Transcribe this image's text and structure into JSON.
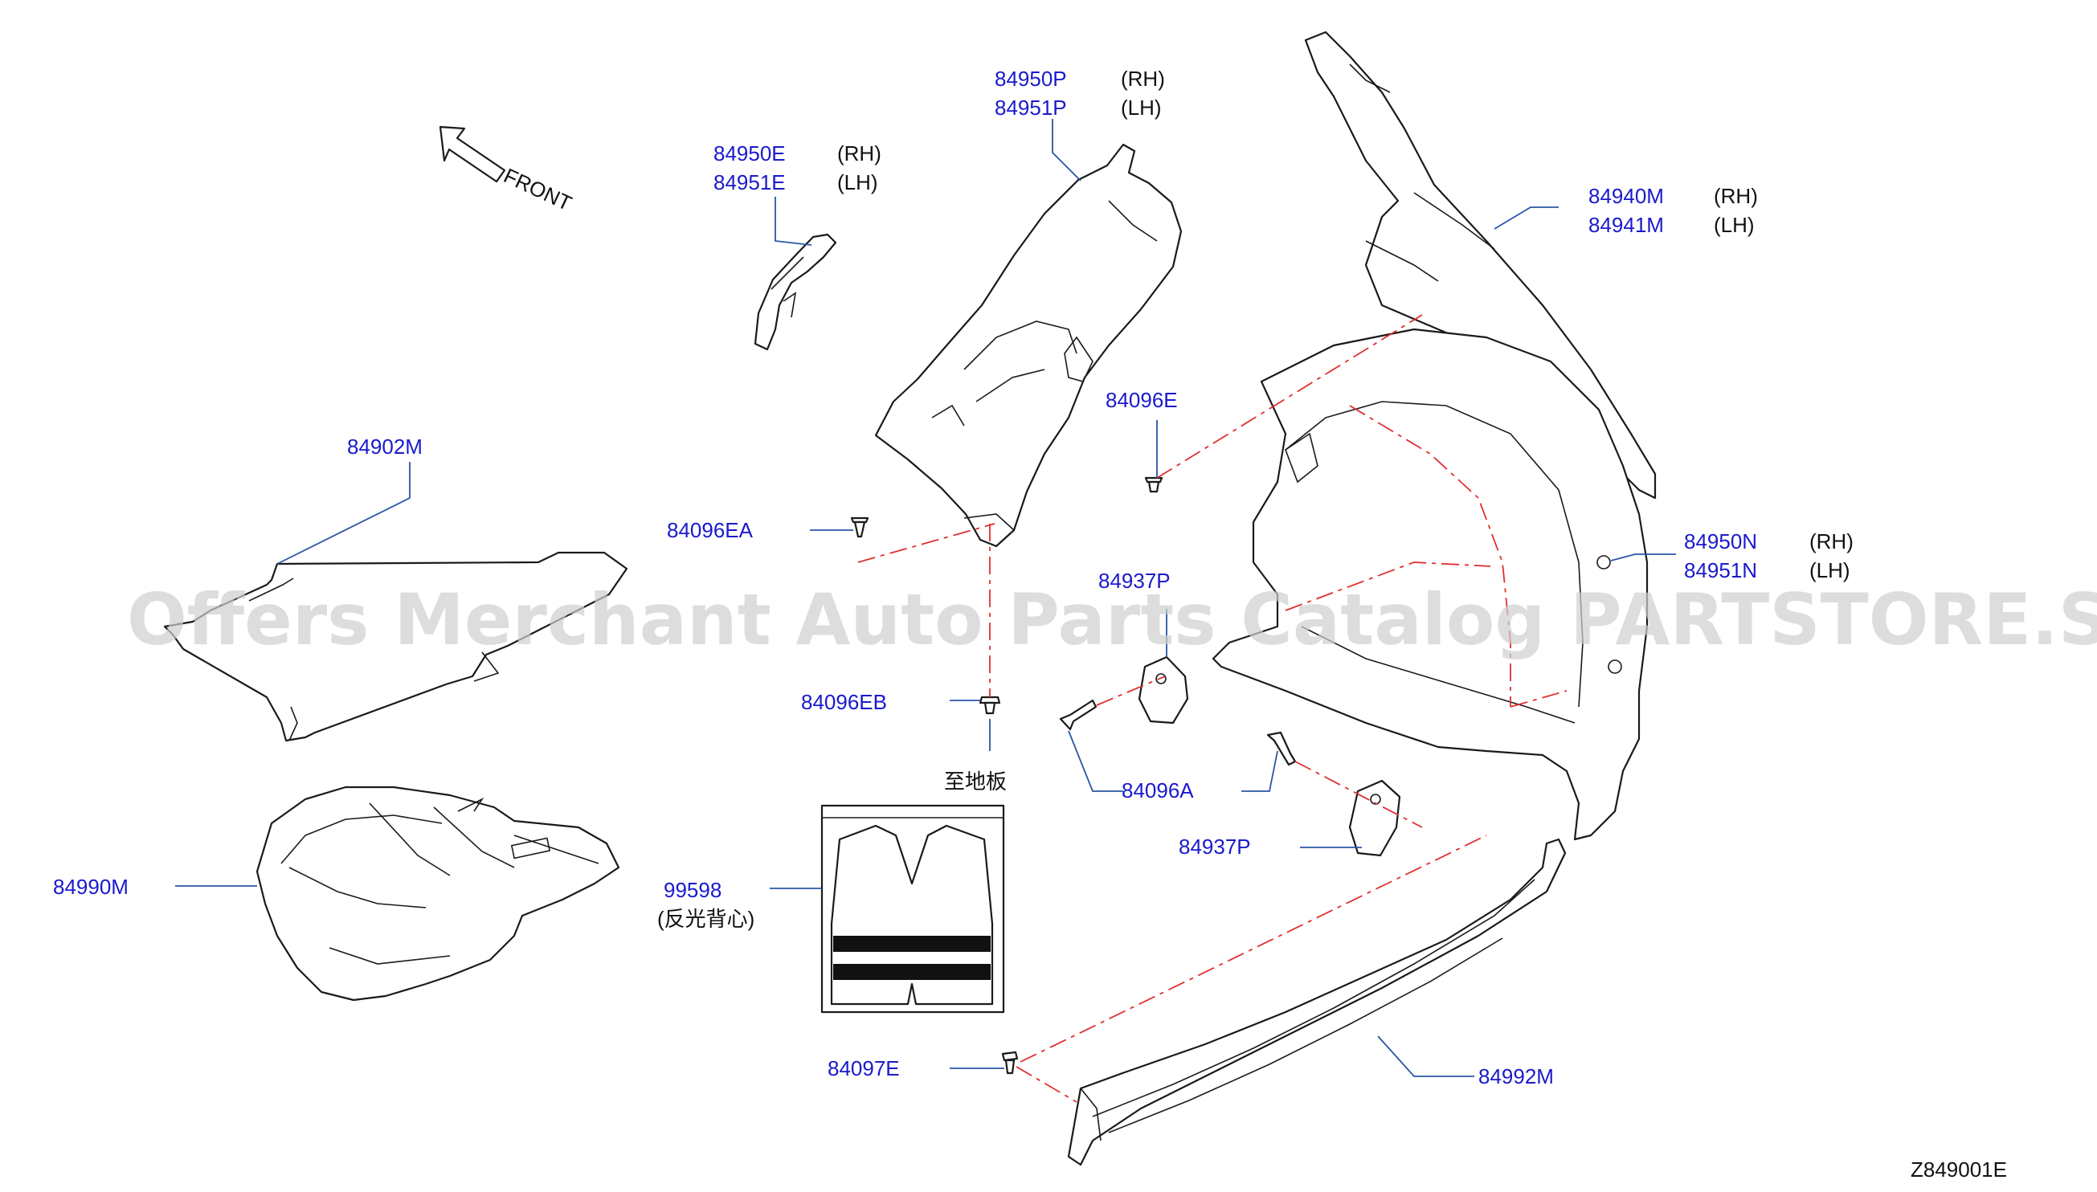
{
  "watermark": "Offers Merchant Auto Parts Catalog PARTSTORE.SA",
  "direction_label": "FRONT",
  "diagram_code": "Z849001E",
  "floor_note": "至地板",
  "colors": {
    "part_number": "#1a1acc",
    "leader": "#2a55a8",
    "dash": "#e03030"
  },
  "callouts": {
    "p84950P": {
      "part": "84950P",
      "side": "(RH)"
    },
    "p84951P": {
      "part": "84951P",
      "side": "(LH)"
    },
    "p84950E": {
      "part": "84950E",
      "side": "(RH)"
    },
    "p84951E": {
      "part": "84951E",
      "side": "(LH)"
    },
    "p84940M": {
      "part": "84940M",
      "side": "(RH)"
    },
    "p84941M": {
      "part": "84941M",
      "side": "(LH)"
    },
    "p84902M": {
      "part": "84902M"
    },
    "p84096E": {
      "part": "84096E"
    },
    "p84096EA": {
      "part": "84096EA"
    },
    "p84937P_a": {
      "part": "84937P"
    },
    "p84950N": {
      "part": "84950N",
      "side": "(RH)"
    },
    "p84951N": {
      "part": "84951N",
      "side": "(LH)"
    },
    "p84096EB": {
      "part": "84096EB"
    },
    "p84096A": {
      "part": "84096A"
    },
    "p84937P_b": {
      "part": "84937P"
    },
    "p84990M": {
      "part": "84990M"
    },
    "p99598": {
      "part": "99598",
      "note": "(反光背心)"
    },
    "p84097E": {
      "part": "84097E"
    },
    "p84992M": {
      "part": "84992M"
    }
  }
}
